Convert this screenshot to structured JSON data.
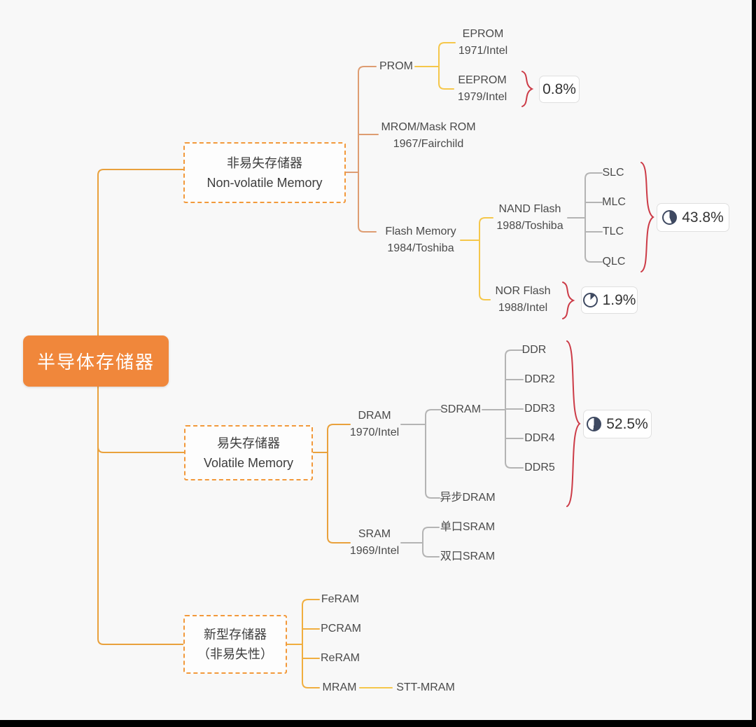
{
  "root": {
    "label": "半导体存储器"
  },
  "branches": {
    "nonvolatile": {
      "title_zh": "非易失存储器",
      "title_en": "Non-volatile Memory"
    },
    "volatile": {
      "title_zh": "易失存储器",
      "title_en": "Volatile Memory"
    },
    "newtype": {
      "title_zh": "新型存储器",
      "title_en": "（非易失性）"
    }
  },
  "nodes": {
    "prom": {
      "label": "PROM"
    },
    "eprom": {
      "label": "EPROM",
      "sub": "1971/Intel"
    },
    "eeprom": {
      "label": "EEPROM",
      "sub": "1979/Intel"
    },
    "mrom": {
      "label": "MROM/Mask ROM",
      "sub": "1967/Fairchild"
    },
    "flash": {
      "label": "Flash Memory",
      "sub": "1984/Toshiba"
    },
    "nand": {
      "label": "NAND Flash",
      "sub": "1988/Toshiba"
    },
    "nor": {
      "label": "NOR Flash",
      "sub": "1988/Intel"
    },
    "slc": "SLC",
    "mlc": "MLC",
    "tlc": "TLC",
    "qlc": "QLC",
    "dram": {
      "label": "DRAM",
      "sub": "1970/Intel"
    },
    "sdram": {
      "label": "SDRAM"
    },
    "async_dram": {
      "label": "异步DRAM"
    },
    "ddr": "DDR",
    "ddr2": "DDR2",
    "ddr3": "DDR3",
    "ddr4": "DDR4",
    "ddr5": "DDR5",
    "sram": {
      "label": "SRAM",
      "sub": "1969/Intel"
    },
    "sp_sram": "单口SRAM",
    "dp_sram": "双口SRAM",
    "feram": "FeRAM",
    "pcram": "PCRAM",
    "reram": "ReRAM",
    "mram": "MRAM",
    "stt_mram": "STT-MRAM"
  },
  "badges": {
    "eeprom_share": {
      "value": "0.8%"
    },
    "nand_share": {
      "value": "43.8%",
      "icon": "pie-icon",
      "icon_fill": 44
    },
    "nor_share": {
      "value": "1.9%",
      "icon": "pie-icon",
      "icon_fill": 12
    },
    "dram_share": {
      "value": "52.5%",
      "icon": "pie-icon",
      "icon_fill": 52
    }
  },
  "colors": {
    "root_bg": "#f0873b",
    "dashed_border": "#f2993b",
    "line_orange": "#e9a13c",
    "line_salmon": "#de9d72",
    "line_yellow": "#f5c74b",
    "line_amber": "#f0ae3f",
    "line_gray": "#b4b4b4",
    "brace_red": "#cc3b47",
    "pie_fill": "#3e4961",
    "page_bg": "#f8f8f8"
  }
}
